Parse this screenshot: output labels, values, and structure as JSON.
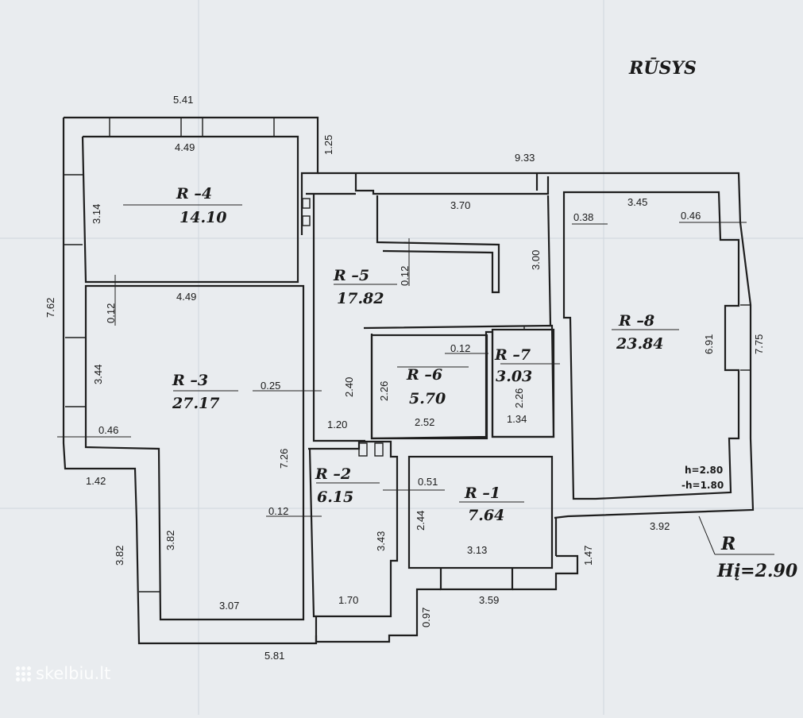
{
  "plan": {
    "title": "RŪSYS",
    "level_mark": "R",
    "height_note": "Hį=2.90",
    "rooms": [
      {
        "label": "R –4",
        "area": "14.10"
      },
      {
        "label": "R –3",
        "area": "27.17"
      },
      {
        "label": "R –5",
        "area": "17.82"
      },
      {
        "label": "R –6",
        "area": "5.70"
      },
      {
        "label": "R –7",
        "area": "3.03"
      },
      {
        "label": "R –8",
        "area": "23.84"
      },
      {
        "label": "R –2",
        "area": "6.15"
      },
      {
        "label": "R –1",
        "area": "7.64"
      }
    ],
    "room8_heights": [
      "h=2.80",
      "-h=1.80"
    ],
    "dimensions": {
      "d541": "5.41",
      "d449a": "4.49",
      "d125": "1.25",
      "d933": "9.33",
      "d314": "3.14",
      "d370": "3.70",
      "d038": "0.38",
      "d345": "3.45",
      "d046a": "0.46",
      "d300": "3.00",
      "d012a": "0.12",
      "d762": "7.62",
      "d449b": "4.49",
      "d012b": "0.12",
      "d344": "3.44",
      "d025": "0.25",
      "d240": "2.40",
      "d226a": "2.26",
      "d012c": "0.12",
      "d226b": "2.26",
      "d691": "6.91",
      "d775": "7.75",
      "d252": "2.52",
      "d134": "1.34",
      "d120": "1.20",
      "d046b": "0.46",
      "d726": "7.26",
      "d142": "1.42",
      "d051": "0.51",
      "d244": "2.44",
      "d012d": "0.12",
      "d343": "3.43",
      "d382a": "3.82",
      "d382b": "3.82",
      "d313": "3.13",
      "d392": "3.92",
      "d147": "1.47",
      "d097": "0.97",
      "d359": "3.59",
      "d307": "3.07",
      "d170": "1.70",
      "d581": "5.81"
    }
  },
  "watermark": {
    "text": "skelbiu.lt"
  }
}
